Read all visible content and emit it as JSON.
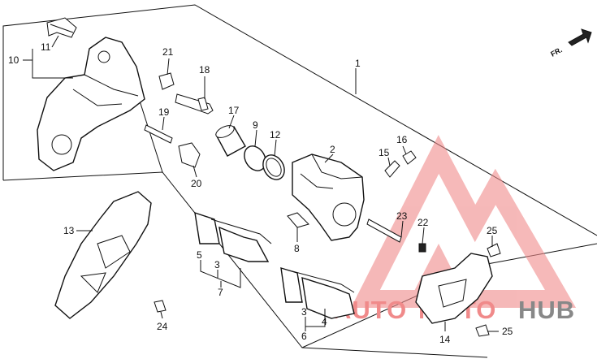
{
  "callouts": {
    "c1": "1",
    "c2": "2",
    "c3a": "3",
    "c3b": "3",
    "c4": "4",
    "c5": "5",
    "c6": "6",
    "c7": "7",
    "c8": "8",
    "c9": "9",
    "c10": "10",
    "c11": "11",
    "c12": "12",
    "c13": "13",
    "c14": "14",
    "c15": "15",
    "c16": "16",
    "c17": "17",
    "c18": "18",
    "c19": "19",
    "c20": "20",
    "c21": "21",
    "c22": "22",
    "c23": "23",
    "c24": "24",
    "c25a": "25",
    "c25b": "25"
  },
  "direction_label": "FR.",
  "watermark": {
    "text_auto": "AUTO",
    "text_moto": "MOTO",
    "text_hub": "HUB",
    "colors": {
      "red": "#f08a8a",
      "gray": "#888888"
    }
  },
  "colors": {
    "line": "#111111",
    "background": "#ffffff"
  }
}
